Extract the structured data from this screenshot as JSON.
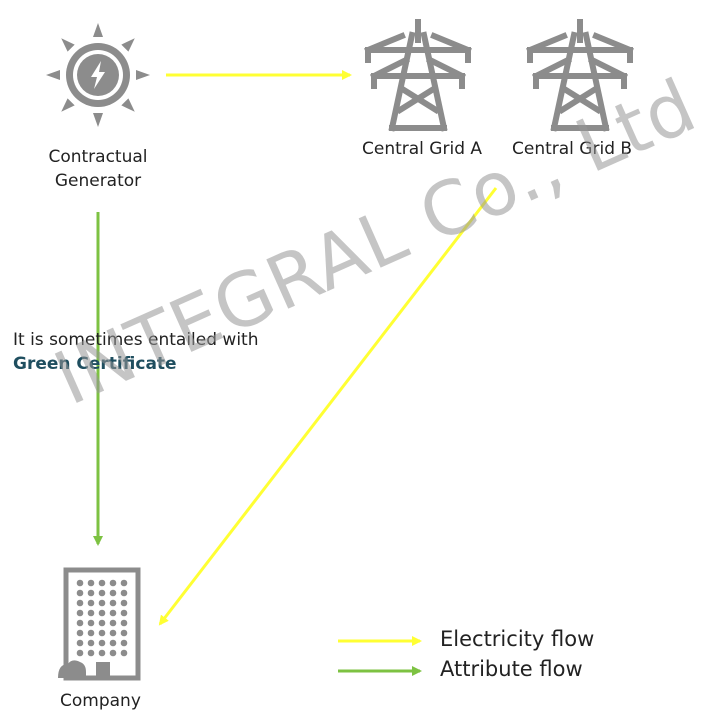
{
  "nodes": {
    "generator": {
      "label_line1": "Contractual",
      "label_line2": "Generator"
    },
    "grid_a": {
      "label": "Central Grid A"
    },
    "grid_b": {
      "label": "Central Grid B"
    },
    "company": {
      "label": "Company"
    }
  },
  "annotation": {
    "line1": "It is sometimes entailed with",
    "line2": "Green Certificate"
  },
  "watermark": "INTEGRAL Co., Ltd",
  "legend": {
    "electricity": {
      "label": "Electricity flow",
      "color": "#ffff33"
    },
    "attribute": {
      "label": "Attribute flow",
      "color": "#7dc242"
    }
  },
  "colors": {
    "icon_gray": "#8c8c8c",
    "electricity": "#ffff33",
    "attribute": "#7dc242",
    "certificate_text": "#1f4e5f"
  }
}
